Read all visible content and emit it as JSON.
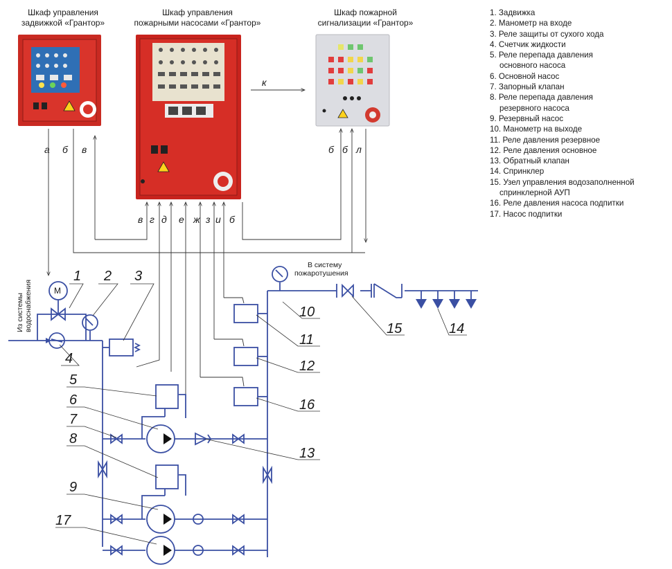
{
  "cabinets": {
    "valve": [
      "Шкаф управления",
      "задвижкой «Грантор»"
    ],
    "pumps": [
      "Шкаф управления",
      "пожарными насосами «Грантор»"
    ],
    "alarm": [
      "Шкаф пожарной",
      "сигнализации «Грантор»"
    ]
  },
  "legend": [
    {
      "text": "1. Задвижка"
    },
    {
      "text": "2. Манометр на входе"
    },
    {
      "text": "3. Реле защиты от сухого хода"
    },
    {
      "text": "4. Счетчик жидкости"
    },
    {
      "text": "5. Реле перепада давления"
    },
    {
      "text": "основного насоса",
      "indent": true
    },
    {
      "text": "6. Основной насос"
    },
    {
      "text": "7. Запорный клапан"
    },
    {
      "text": "8. Реле перепада давления"
    },
    {
      "text": "резервного насоса",
      "indent": true
    },
    {
      "text": "9. Резервный насос"
    },
    {
      "text": "10. Манометр на выходе"
    },
    {
      "text": "11. Реле давления резервное"
    },
    {
      "text": "12. Реле давления основное"
    },
    {
      "text": "13. Обратный клапан"
    },
    {
      "text": "14. Спринклер"
    },
    {
      "text": "15. Узел управления водозаполненной"
    },
    {
      "text": "спринклерной АУП",
      "indent": true
    },
    {
      "text": "16. Реле давления насоса подпитки"
    },
    {
      "text": "17. Насос подпитки"
    }
  ],
  "link_labels": {
    "a": "а",
    "b": "б",
    "v": "в",
    "g": "г",
    "d": "д",
    "e": "е",
    "zh": "ж",
    "z": "з",
    "i": "и",
    "k": "к",
    "l": "л"
  },
  "motor_letter": "М",
  "notes": {
    "supply": [
      "Из системы",
      "водоснабжения"
    ],
    "fire_system": [
      "В систему",
      "пожаротушения"
    ]
  },
  "numbers": [
    "1",
    "2",
    "3",
    "4",
    "5",
    "6",
    "7",
    "8",
    "9",
    "10",
    "11",
    "12",
    "13",
    "14",
    "15",
    "16",
    "17"
  ]
}
